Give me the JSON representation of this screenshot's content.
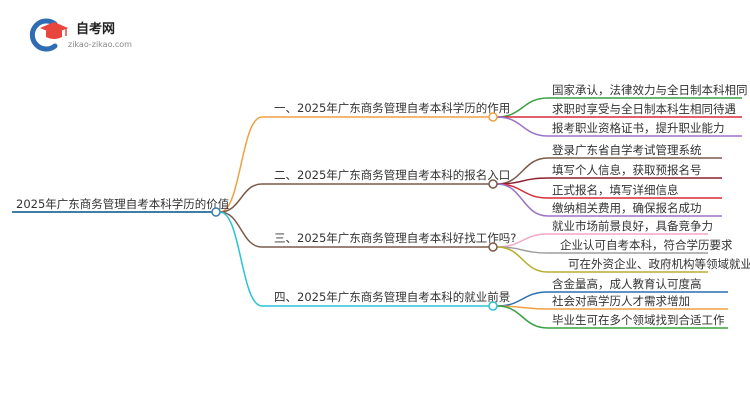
{
  "logo": {
    "title": "自考网",
    "url": "zikao-zikao.com",
    "icon": "graduation-cap-c-logo"
  },
  "root": {
    "label": "2025年广东商务管理自考本科学历的价值",
    "color": "#3f7fa6"
  },
  "branches": [
    {
      "label": "一、2025年广东商务管理自考本科学历的作用",
      "color": "#f0a043",
      "leaves": [
        {
          "label": "国家承认，法律效力与全日制本科相同",
          "color": "#3aa043"
        },
        {
          "label": "求职时享受与全日制本科生相同待遇",
          "color": "#d62d3a"
        },
        {
          "label": "报考职业资格证书，提升职业能力",
          "color": "#9b74c6"
        }
      ]
    },
    {
      "label": "二、2025年广东商务管理自考本科的报名入口",
      "color": "#7b5a4a",
      "leaves": [
        {
          "label": "登录广东省自学考试管理系统",
          "color": "#7b5a4a"
        },
        {
          "label": "填写个人信息，获取预报名号",
          "color": "#8f1f2d"
        },
        {
          "label": "正式报名，填写详细信息",
          "color": "#d62d3a"
        },
        {
          "label": "缴纳相关费用，确保报名成功",
          "color": "#9b74c6"
        }
      ]
    },
    {
      "label": "三、2025年广东商务管理自考本科好找工作吗?",
      "color": "#7b5a4a",
      "leaves": [
        {
          "label": "就业市场前景良好，具备竞争力",
          "color": "#f2a7c8"
        },
        {
          "label": "企业认可自考本科，符合学历要求",
          "color": "#9e9e9e"
        },
        {
          "label": "可在外资企业、政府机构等领域就业",
          "color": "#b7ad2f"
        }
      ]
    },
    {
      "label": "四、2025年广东商务管理自考本科的就业前景",
      "color": "#29c3d6",
      "leaves": [
        {
          "label": "含金量高，成人教育认可度高",
          "color": "#2b6fb3"
        },
        {
          "label": "社会对高学历人才需求增加",
          "color": "#f0a043"
        },
        {
          "label": "毕业生可在多个领域找到合适工作",
          "color": "#3aa043"
        }
      ]
    }
  ]
}
